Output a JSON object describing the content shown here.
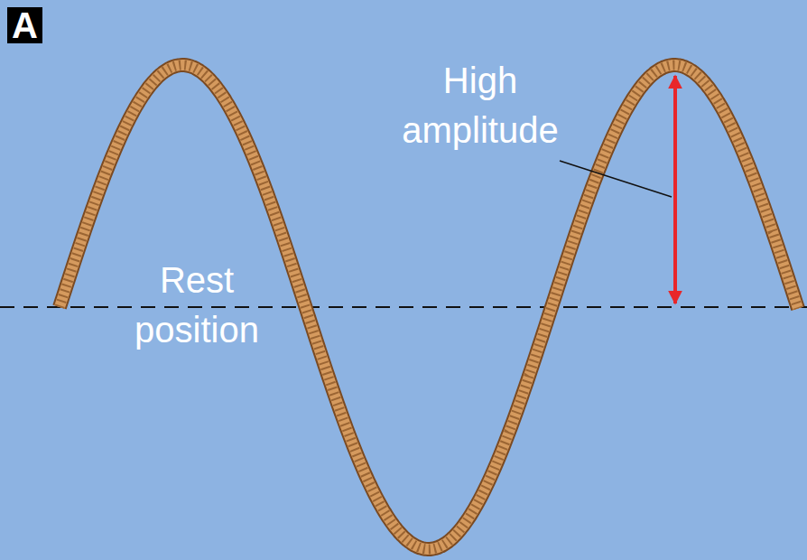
{
  "diagram": {
    "nodes": [
      {
        "text": [
          "A"
        ]
      }
    ],
    "labels": [
      "High amplitude",
      "Rest position"
    ]
  }
}
